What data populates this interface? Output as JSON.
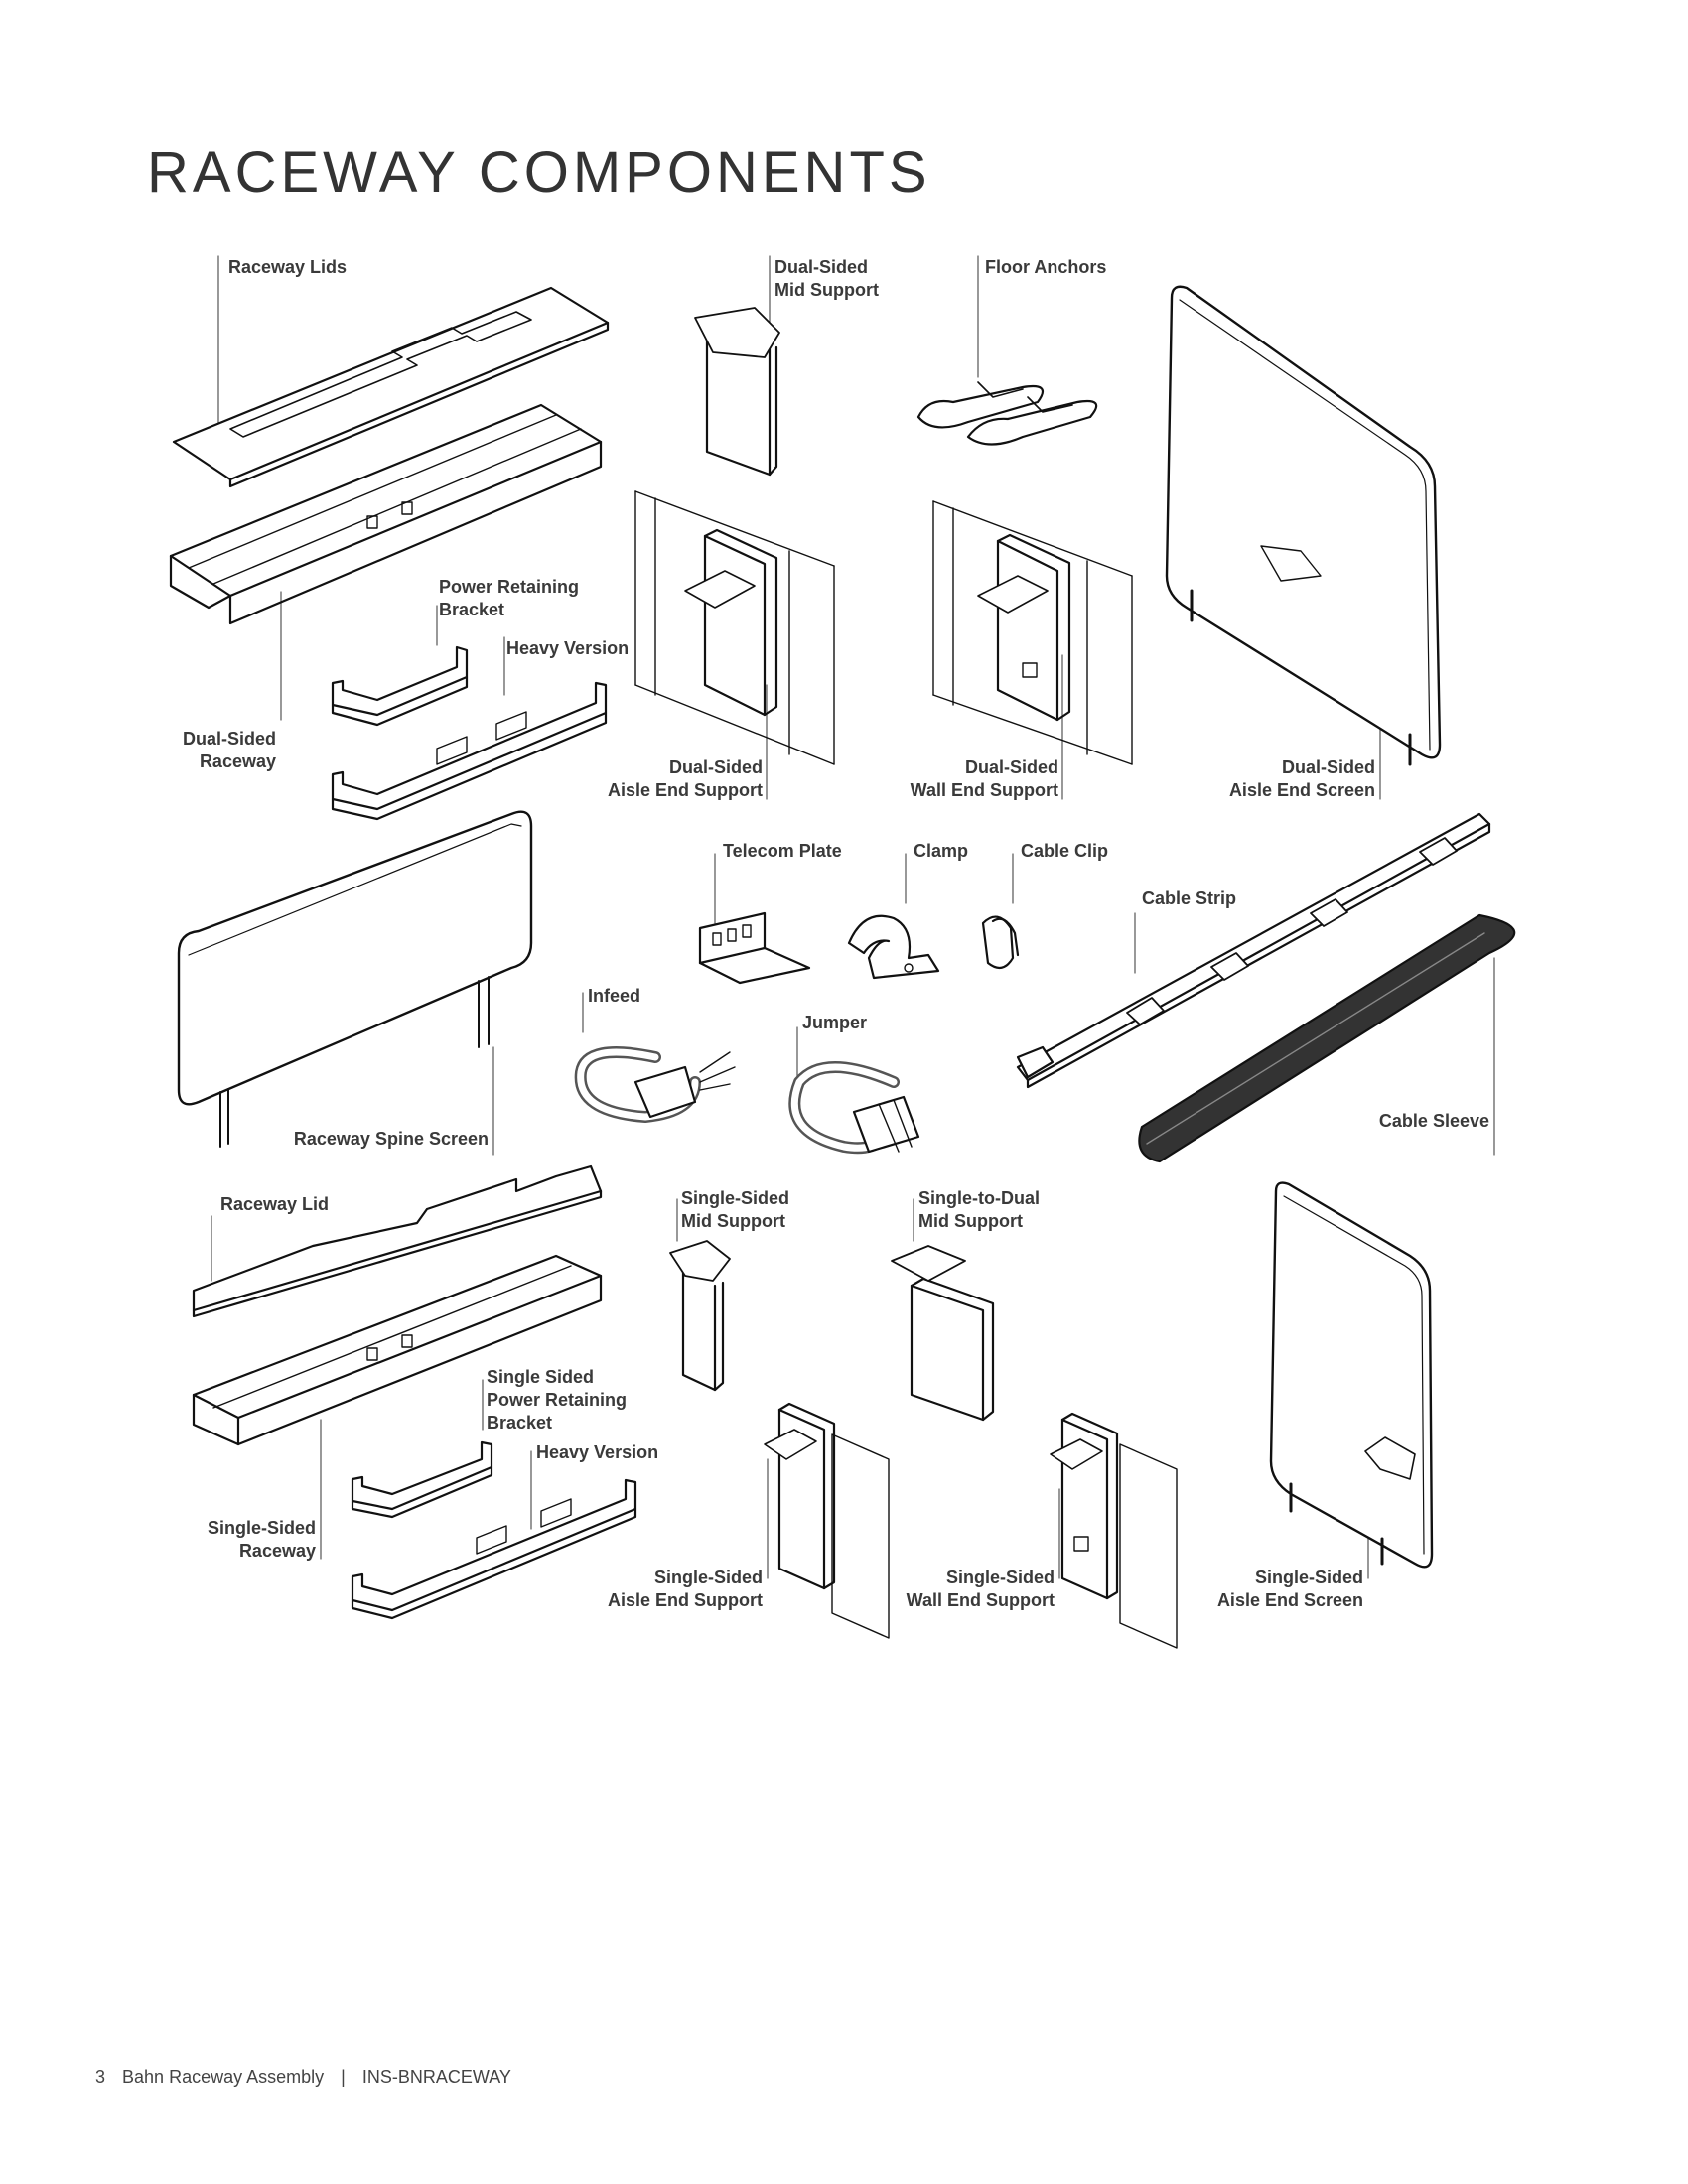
{
  "page": {
    "title": "RACEWAY COMPONENTS"
  },
  "labels": {
    "raceway_lids": "Raceway Lids",
    "dual_sided_mid_support": "Dual-Sided\nMid Support",
    "floor_anchors": "Floor Anchors",
    "power_retaining_bracket": "Power Retaining\nBracket",
    "heavy_version_top": "Heavy Version",
    "dual_sided_raceway": "Dual-Sided\nRaceway",
    "dual_sided_aisle_end_support": "Dual-Sided\nAisle End Support",
    "dual_sided_wall_end_support": "Dual-Sided\nWall End Support",
    "dual_sided_aisle_end_screen": "Dual-Sided\nAisle End Screen",
    "telecom_plate": "Telecom Plate",
    "clamp": "Clamp",
    "cable_clip": "Cable Clip",
    "cable_strip": "Cable Strip",
    "infeed": "Infeed",
    "jumper": "Jumper",
    "raceway_spine_screen": "Raceway Spine Screen",
    "cable_sleeve": "Cable Sleeve",
    "raceway_lid": "Raceway Lid",
    "single_sided_mid_support": "Single-Sided\nMid Support",
    "single_to_dual_mid_support": "Single-to-Dual\nMid Support",
    "single_sided_power_retaining_bracket": "Single Sided\nPower Retaining\nBracket",
    "heavy_version_bottom": "Heavy Version",
    "single_sided_raceway": "Single-Sided\nRaceway",
    "single_sided_aisle_end_support": "Single-Sided\nAisle End Support",
    "single_sided_wall_end_support": "Single-Sided\nWall End Support",
    "single_sided_aisle_end_screen": "Single-Sided\nAisle End Screen"
  },
  "footer": {
    "page_number": "3",
    "doc_title": "Bahn Raceway Assembly",
    "separator": "|",
    "doc_code": "INS-BNRACEWAY"
  }
}
